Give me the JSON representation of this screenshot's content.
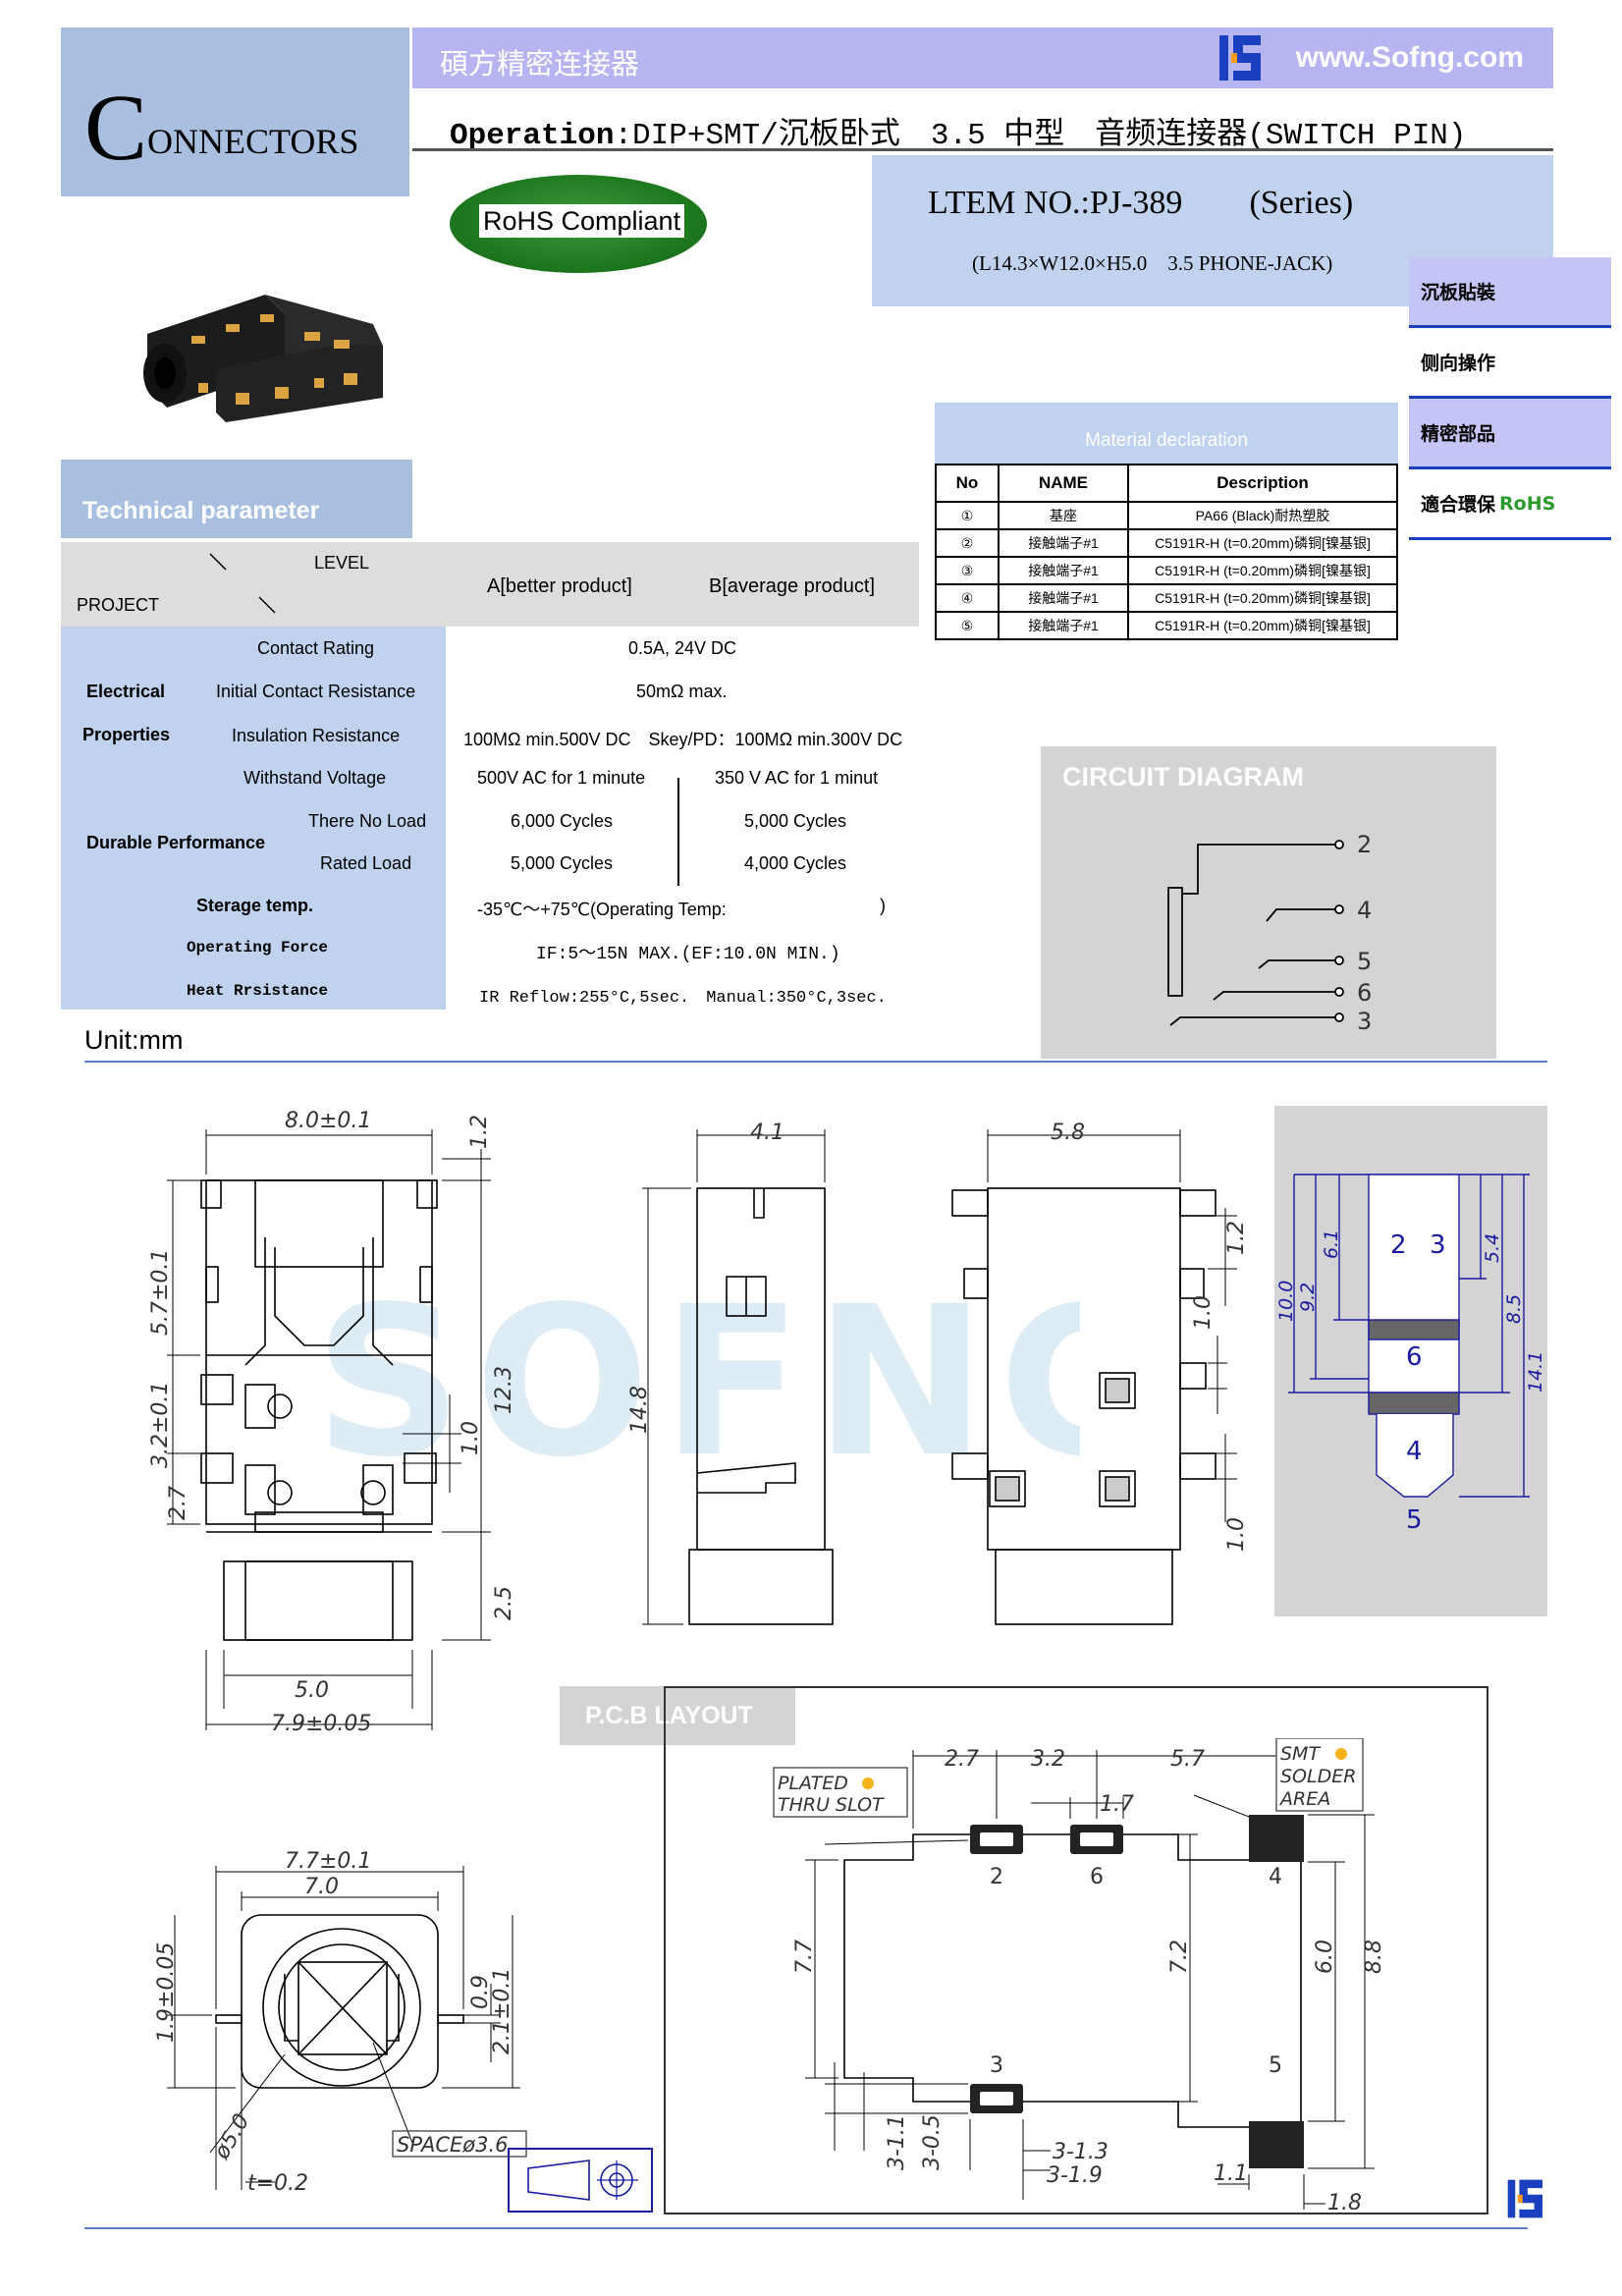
{
  "header": {
    "brand_initial": "C",
    "brand_rest": "ONNECTORS",
    "company_cn": "碩方精密连接器",
    "website": "www.Sofng.com",
    "operation_label": "Operation",
    "operation_text": ":DIP+SMT/沉板卧式　3.5 中型　音频连接器(SWITCH PIN)",
    "item_title": "LTEM NO.:PJ-389",
    "item_series": "(Series)",
    "item_sub": "(L14.3×W12.0×H5.0　3.5 PHONE-JACK)",
    "rohs_label": "RoHS Compliant"
  },
  "side_tabs": [
    {
      "label": "沉板貼裝"
    },
    {
      "label": "侧向操作"
    },
    {
      "label": "精密部品"
    },
    {
      "label": "適合環保",
      "accent": "RoHS"
    }
  ],
  "tech": {
    "title": "Technical parameter",
    "level": "LEVEL",
    "project": "PROJECT",
    "col_a": "A[better product]",
    "col_b": "B[average product]",
    "electrical": "Electrical",
    "properties": "Properties",
    "durable": "Durable Performance",
    "rows": {
      "contact_rating": {
        "label": "Contact Rating",
        "value": "0.5A, 24V DC"
      },
      "initial_resistance": {
        "label": "Initial Contact Resistance",
        "value": "50mΩ max."
      },
      "insulation": {
        "label": "Insulation Resistance",
        "value": "100MΩ min.500V DC　Skey/PD：100MΩ min.300V DC"
      },
      "withstand": {
        "label": "Withstand Voltage",
        "a": "500V AC for 1 minute",
        "b": "350 V AC for 1 minut"
      },
      "no_load": {
        "label": "There No Load",
        "a": "6,000 Cycles",
        "b": "5,000 Cycles"
      },
      "rated_load": {
        "label": "Rated Load",
        "a": "5,000 Cycles",
        "b": "4,000 Cycles"
      },
      "storage": {
        "label": "Sterage temp.",
        "value": "-35℃～+75℃(Operating Temp:",
        "value_end": ")"
      },
      "operating_force": {
        "label": "Operating Force",
        "value": "IF:5～15N MAX.(EF:10.0N MIN.)"
      },
      "heat": {
        "label": "Heat Rrsistance",
        "value": "IR Reflow:255°C,5sec.　Manual:350°C,3sec."
      }
    }
  },
  "material": {
    "title": "Material declaration",
    "headers": [
      "No",
      "NAME",
      "Description"
    ],
    "rows": [
      [
        "①",
        "基座",
        "PA66 (Black)耐热塑胶"
      ],
      [
        "②",
        "接触端子#1",
        "C5191R-H (t=0.20mm)磷铜[镍基银]"
      ],
      [
        "③",
        "接触端子#1",
        "C5191R-H (t=0.20mm)磷铜[镍基银]"
      ],
      [
        "④",
        "接触端子#1",
        "C5191R-H (t=0.20mm)磷铜[镍基银]"
      ],
      [
        "⑤",
        "接触端子#1",
        "C5191R-H (t=0.20mm)磷铜[镍基银]"
      ]
    ]
  },
  "circuit": {
    "title": "CIRCUIT DIAGRAM",
    "pins": [
      "2",
      "4",
      "5",
      "6",
      "3"
    ]
  },
  "unit_label": "Unit:mm",
  "dims": {
    "d_8_0": "8.0±0.1",
    "d_1_2a": "1.2",
    "d_5_7": "5.7±0.1",
    "d_3_2": "3.2±0.1",
    "d_2_7": "2.7",
    "d_12_3": "12.3",
    "d_1_0a": "1.0",
    "d_2_5": "2.5",
    "d_5_0": "5.0",
    "d_7_9": "7.9±0.05",
    "d_4_1": "4.1",
    "d_14_8": "14.8",
    "d_5_8": "5.8",
    "d_1_2b": "1.2",
    "d_1_0b": "1.0",
    "d_1_0c": "1.0",
    "p_10_0": "10.0",
    "p_9_2": "9.2",
    "p_6_1": "6.1",
    "p_5_4": "5.4",
    "p_8_5": "8.5",
    "p_14_1": "14.1",
    "plug_labels": [
      "2",
      "3",
      "6",
      "4",
      "5"
    ],
    "f_7_7": "7.7±0.1",
    "f_7_0": "7.0",
    "f_1_9": "1.9±0.05",
    "f_0_9": "0.9",
    "f_2_1": "2.1±0.1",
    "f_space": "SPACEø3.6",
    "f_phi5": "ø5.0",
    "f_t": "t=0.2"
  },
  "pcb": {
    "title": "P.C.B LAYOUT",
    "plated": "PLATED",
    "thru": "THRU SLOT",
    "smt1": "SMT",
    "smt2": "SOLDER",
    "smt3": "AREA",
    "d_2_7": "2.7",
    "d_3_2": "3.2",
    "d_5_7": "5.7",
    "d_1_7": "1.7",
    "d_7_7": "7.7",
    "d_7_2": "7.2",
    "d_6_0": "6.0",
    "d_8_8": "8.8",
    "d_1_1v": "3-1.1",
    "d_0_5v": "3-0.5",
    "d_1_3": "3-1.3",
    "d_1_9": "3-1.9",
    "d_1_1": "1.1",
    "d_1_8": "1.8",
    "pads": [
      "2",
      "6",
      "4",
      "3",
      "5"
    ]
  },
  "colors": {
    "brand_box": "#a9bfe0",
    "top_bar": "#b7b4f2",
    "item_box": "#c0d2ee",
    "rohs_green": "#1f7a1f",
    "tab_blue": "#1a3fbf",
    "drawing_blue": "#1a1aa0",
    "watermark": "#cfe3f3"
  }
}
